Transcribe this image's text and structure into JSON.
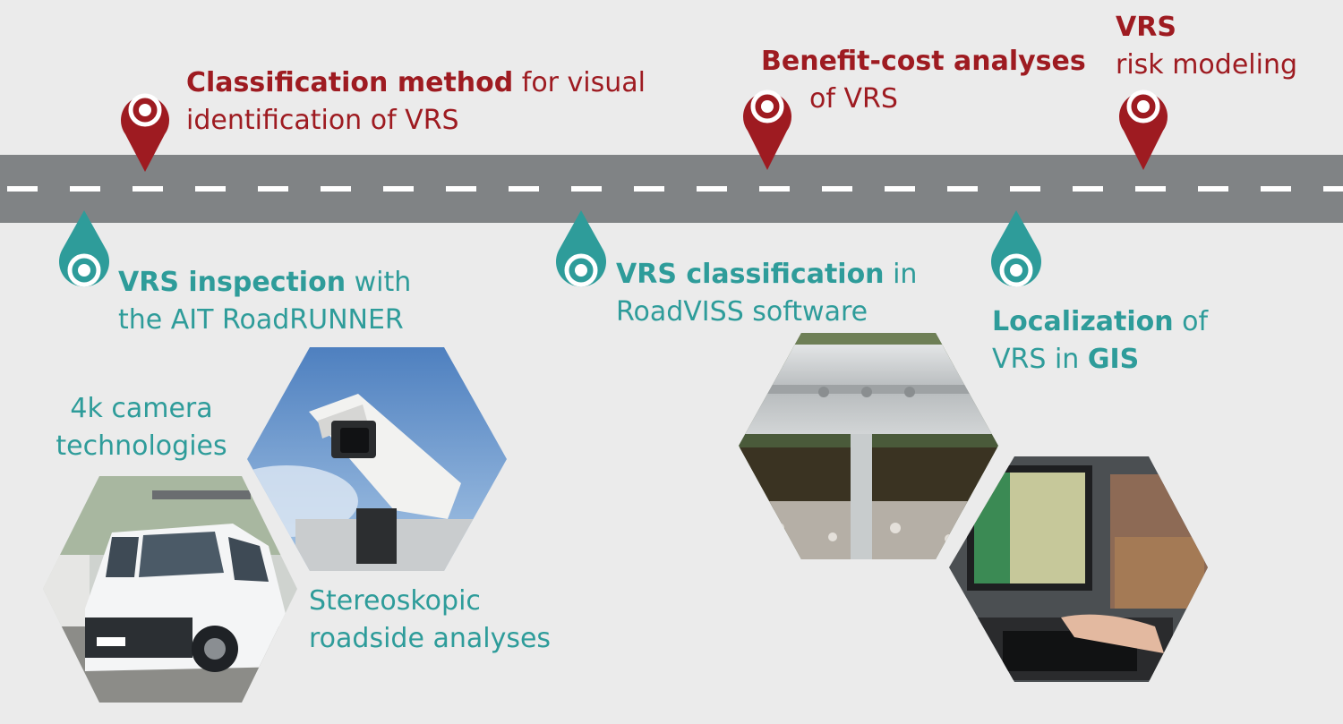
{
  "colors": {
    "road": "#808385",
    "lane": "#ffffff",
    "red_marker": "#9e1b21",
    "teal_marker": "#2e9c9a",
    "background": "#ebebeb"
  },
  "milestones_top": [
    {
      "bold": "Classification method",
      "rest": " for visual",
      "line2": "identification of VRS"
    },
    {
      "bold": "Benefit-cost analyses",
      "line2": "of VRS"
    },
    {
      "bold": "VRS",
      "line2": "risk modeling"
    }
  ],
  "milestones_bottom": [
    {
      "bold": "VRS inspection",
      "rest": " with",
      "line2": "the AIT RoadRUNNER"
    },
    {
      "bold": "VRS classification",
      "rest": " in",
      "line2": "RoadVISS software"
    },
    {
      "bold": "Localization",
      "rest": " of",
      "line2_plain": "VRS in ",
      "line2_bold": "GIS"
    }
  ],
  "captions": {
    "camera_line1": "4k camera",
    "camera_line2": "technologies",
    "stereo_line1": "Stereoskopic",
    "stereo_line2": "roadside analyses"
  },
  "photo_icons": [
    "van-photo",
    "surveillance-camera-photo",
    "guardrail-photo",
    "laptop-keyboard-photo"
  ]
}
